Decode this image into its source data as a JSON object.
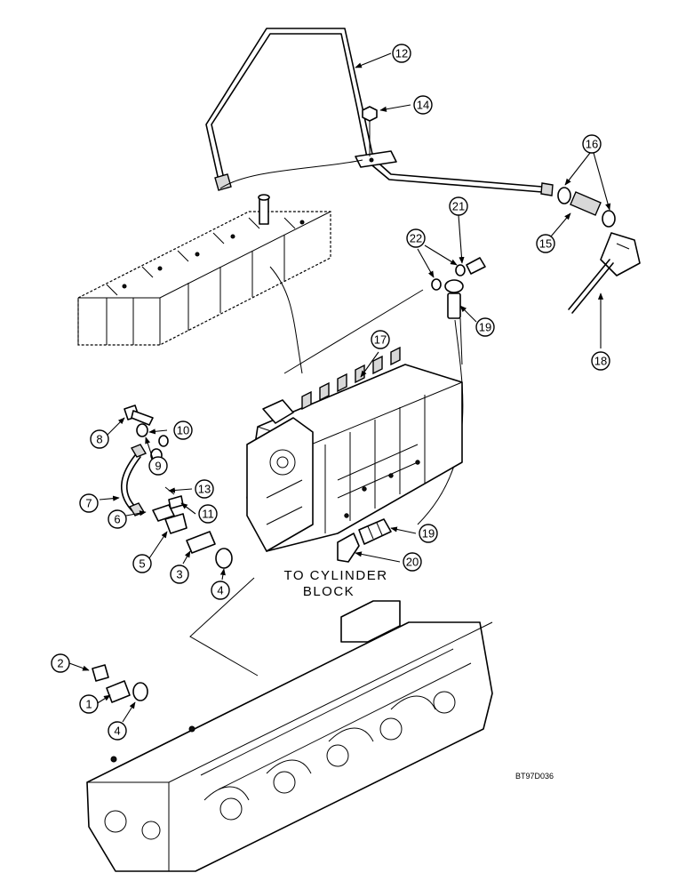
{
  "callouts": [
    "1",
    "2",
    "3",
    "4",
    "4",
    "5",
    "6",
    "7",
    "8",
    "9",
    "10",
    "11",
    "12",
    "13",
    "14",
    "15",
    "16",
    "17",
    "18",
    "19",
    "19",
    "20",
    "21",
    "22"
  ],
  "caption": {
    "line1": "TO CYLINDER",
    "line2": "BLOCK"
  },
  "drawing_code": "BT97D036"
}
